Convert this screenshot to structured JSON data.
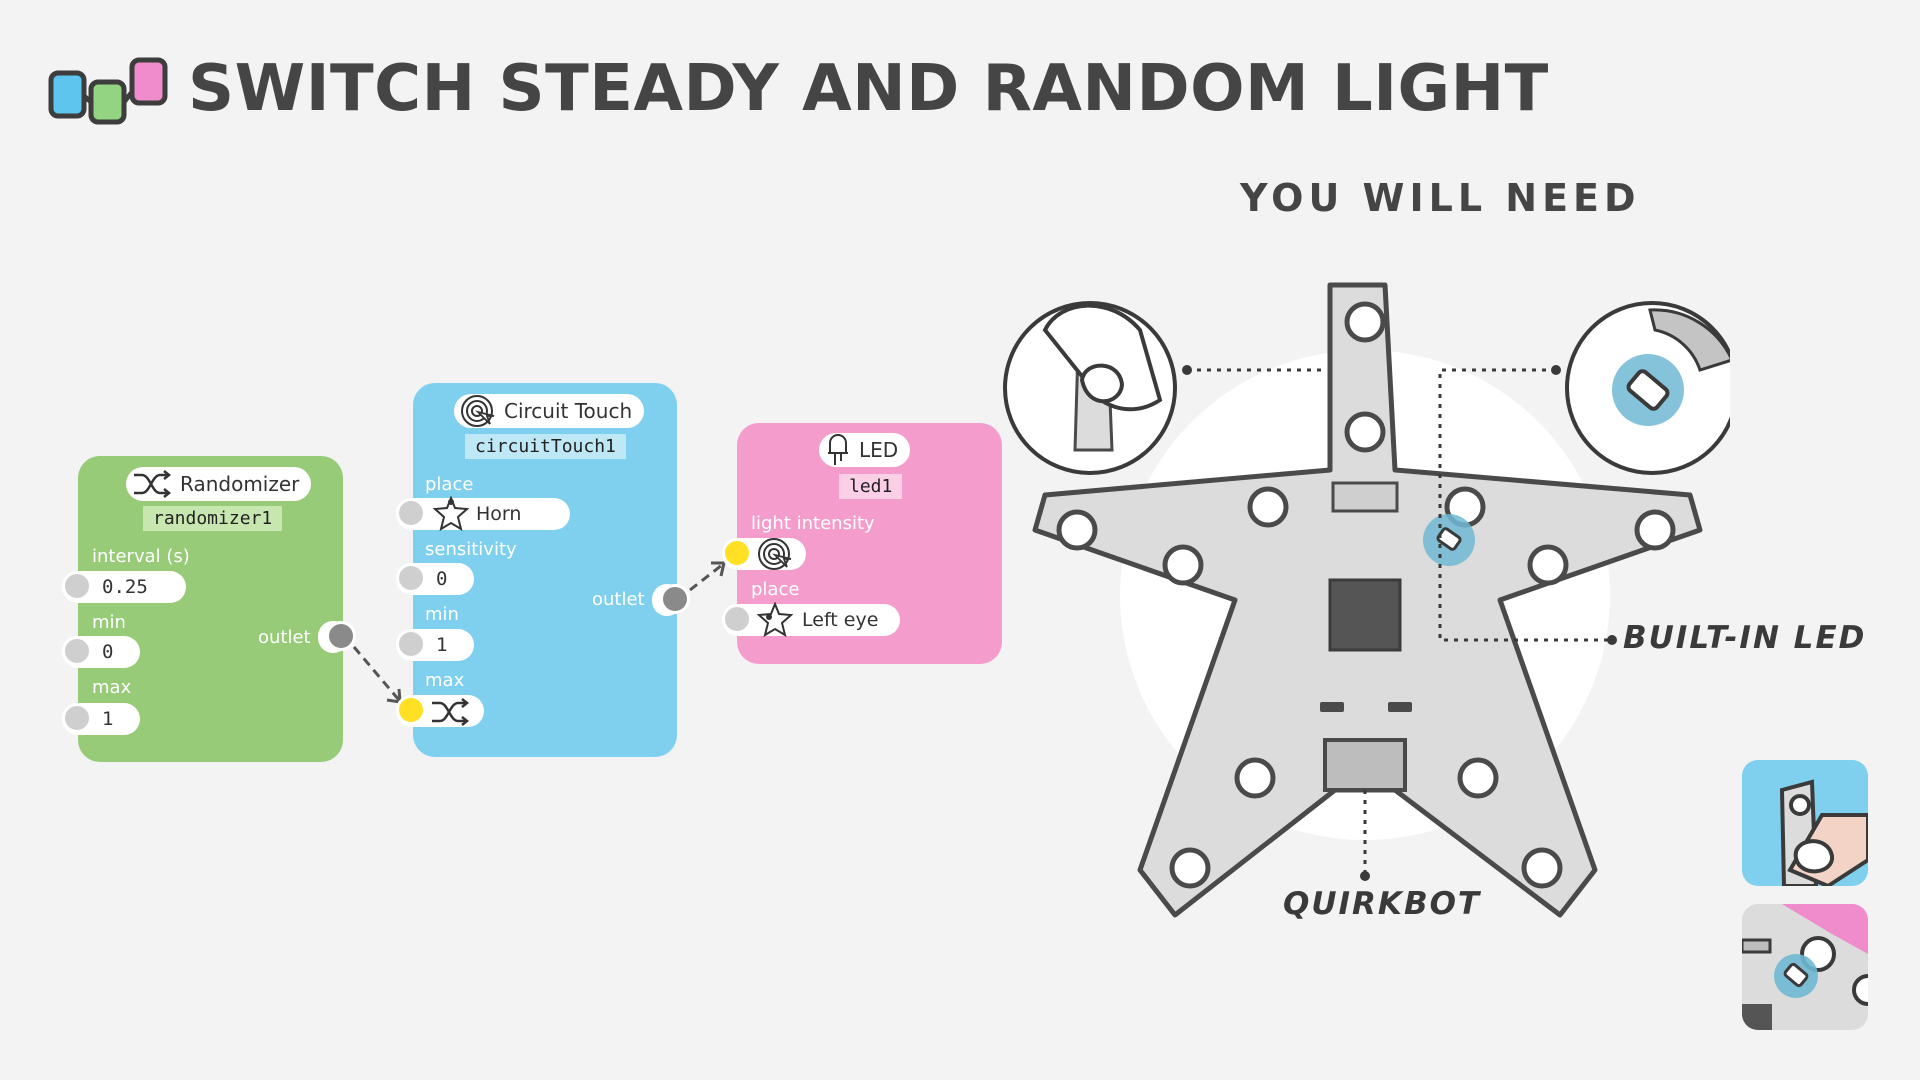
{
  "page": {
    "title": "SWITCH STEADY AND RANDOM LIGHT",
    "you_will_need": "YOU WILL NEED"
  },
  "colors": {
    "green_node": "#97cb77",
    "blue_node": "#7fd0ef",
    "pink_node": "#f49dcd",
    "active_port": "#ffe024",
    "led_highlight": "#6fb8d3"
  },
  "randomizer": {
    "icon": "shuffle-icon",
    "title": "Randomizer",
    "id": "randomizer1",
    "interval_label": "interval (s)",
    "interval_value": "0.25",
    "min_label": "min",
    "min_value": "0",
    "max_label": "max",
    "max_value": "1",
    "outlet_label": "outlet"
  },
  "circuit_touch": {
    "icon": "touch-icon",
    "title": "Circuit Touch",
    "id": "circuitTouch1",
    "place_label": "place",
    "place_value": "Horn",
    "sensitivity_label": "sensitivity",
    "sensitivity_value": "0",
    "min_label": "min",
    "min_value": "1",
    "max_label": "max",
    "max_icon": "shuffle-icon",
    "outlet_label": "outlet"
  },
  "led": {
    "icon": "led-icon",
    "title": "LED",
    "id": "led1",
    "light_intensity_label": "light intensity",
    "light_intensity_icon": "touch-icon",
    "place_label": "place",
    "place_value": "Left eye"
  },
  "illustration": {
    "built_in_led_label": "BUILT-IN LED",
    "quirkbot_label": "QUIRKBOT"
  }
}
